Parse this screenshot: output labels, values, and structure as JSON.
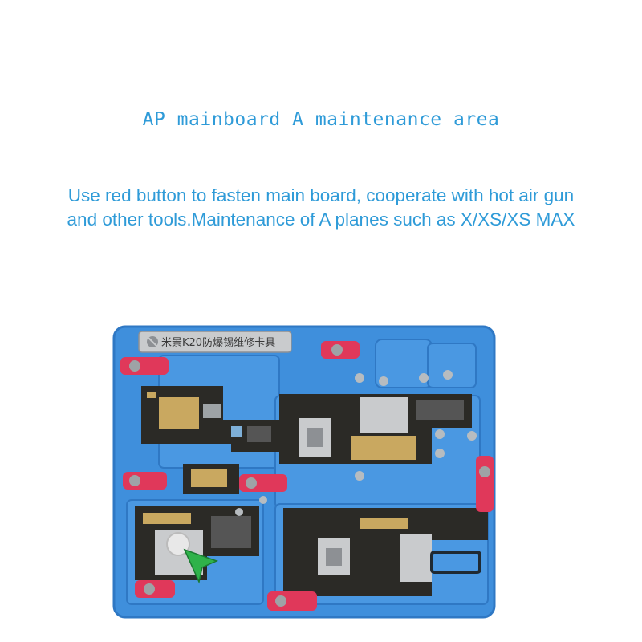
{
  "title": "AP mainboard A maintenance area",
  "description": {
    "line1": "Use red button to fasten main board, cooperate with hot air gun",
    "line2": "and other tools.Maintenance of A planes such as X/XS/XS MAX"
  },
  "fixture": {
    "plate_label": "米景K20防爆锡维修卡具",
    "colors": {
      "plate": "#3f8fdc",
      "plate_dark": "#2f78c4",
      "clamp": "#e0385a",
      "board": "#2b2a26",
      "shield": "#c9cbcd"
    },
    "cursor_icon": "arrow-pointer-icon"
  }
}
